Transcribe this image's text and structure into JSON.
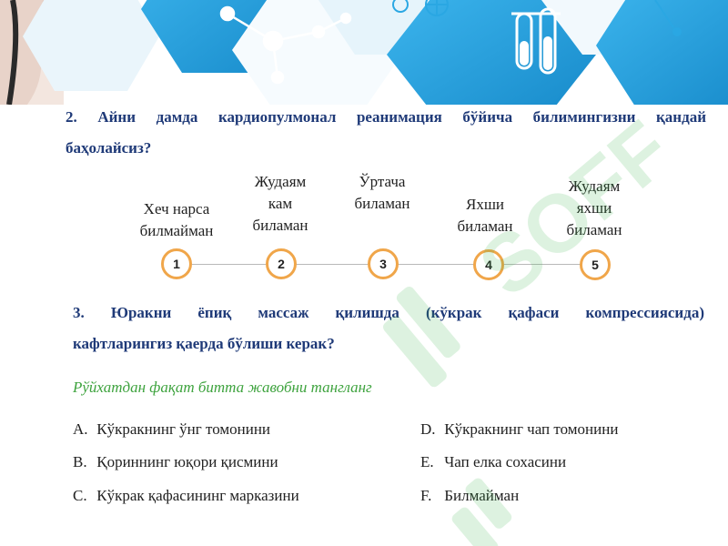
{
  "question2": {
    "line1": "2. Айни дамда кардиопулмонал реанимация бўйича билимингизни қандай",
    "line2": "баҳолайсиз?"
  },
  "scale": {
    "options": [
      {
        "num": "1",
        "label_lines": [
          "Хеч нарса",
          "билмайман"
        ]
      },
      {
        "num": "2",
        "label_lines": [
          "Жудаям",
          "кам",
          "биламан"
        ]
      },
      {
        "num": "3",
        "label_lines": [
          "Ўртача",
          "биламан"
        ]
      },
      {
        "num": "4",
        "label_lines": [
          "Яхши",
          "биламан"
        ]
      },
      {
        "num": "5",
        "label_lines": [
          "Жудаям",
          "яхши",
          "биламан"
        ]
      }
    ],
    "accent_color": "#f0a64a"
  },
  "question3": {
    "line1": "3. Юракни ёпиқ массаж қилишда (кўкрак қафаси компрессиясида)",
    "line2": "кафтларингиз қаерда бўлиши керак?",
    "instruction": "Рўйхатдан фақат битта жавобни тангланг",
    "answers": [
      {
        "letter": "A.",
        "text": "Кўкракнинг ўнг томонини"
      },
      {
        "letter": "B.",
        "text": "Қориннинг юқори қисмини"
      },
      {
        "letter": "C.",
        "text": "Кўкрак қафасининг марказини"
      },
      {
        "letter": "D.",
        "text": "Кўкракнинг чап томонини"
      },
      {
        "letter": "E.",
        "text": "Чап елка сохасини"
      },
      {
        "letter": "F.",
        "text": "Билмайман"
      }
    ]
  },
  "colors": {
    "question_text": "#1f3a78",
    "instruction": "#3ea33e",
    "banner_blue": "#2aa7e3"
  },
  "watermark": {
    "text": "SOFF"
  }
}
